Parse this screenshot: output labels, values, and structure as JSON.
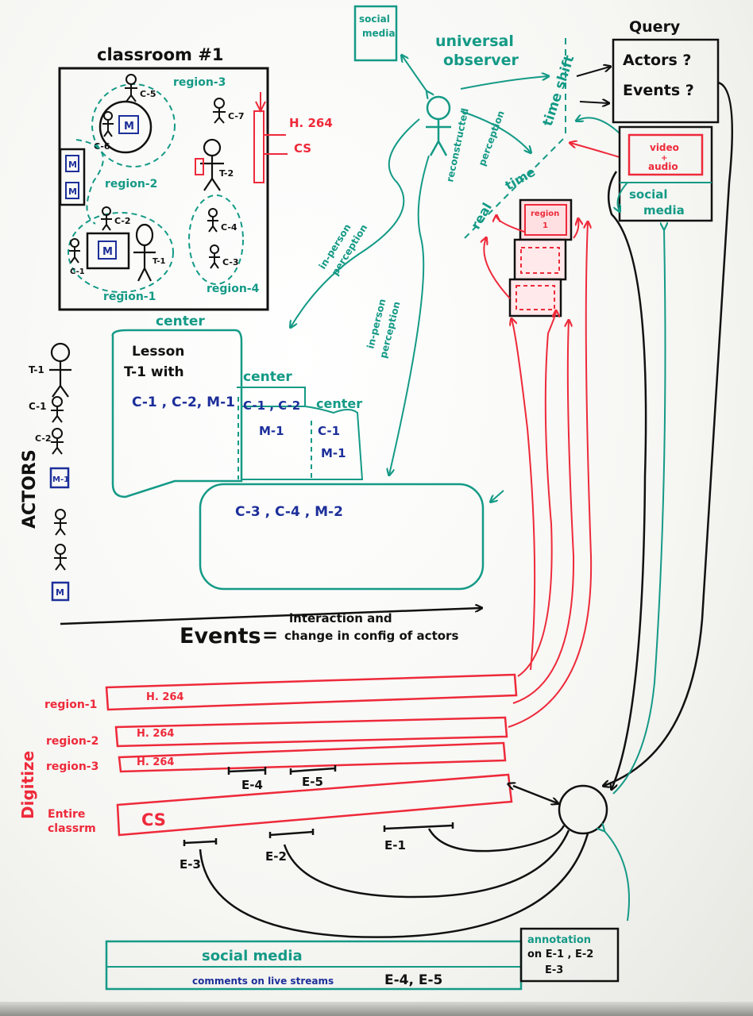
{
  "classroom": {
    "title": "classroom #1",
    "regions": [
      "region-3",
      "region-2",
      "region-1",
      "region-4"
    ],
    "people": [
      "C-5",
      "C-6",
      "C-7",
      "T-2",
      "C-2",
      "C-1",
      "T-1",
      "C-4",
      "C-3"
    ],
    "monitor_label": "M"
  },
  "sensors": {
    "h264": "H. 264",
    "cs": "CS"
  },
  "observer": {
    "social_media_box": [
      "social",
      "media"
    ],
    "title": [
      "universal",
      "observer"
    ],
    "reconstructed": "reconstructed",
    "perception": "perception",
    "time_shift": "time shift",
    "real_time": [
      "real",
      "time"
    ],
    "in_person_1": [
      "in-person",
      "perception"
    ],
    "in_person_2": [
      "in-person",
      "perception"
    ],
    "film_region": [
      "region",
      "1"
    ]
  },
  "query": {
    "title": "Query",
    "actors": "Actors ?",
    "events": "Events ?",
    "video_audio": [
      "video",
      "+",
      "audio"
    ],
    "social_media": [
      "social",
      "media"
    ]
  },
  "centers": {
    "center1": {
      "label": "center",
      "lines": [
        "Lesson",
        "T-1 with",
        "C-1 , C-2, M-1"
      ]
    },
    "center2": {
      "label": "center",
      "lines": [
        "C-1 , C-2",
        "M-1"
      ]
    },
    "center3": {
      "label": "center",
      "lines": [
        "C-1",
        "M-1"
      ]
    },
    "group": "C-3 , C-4 , M-2"
  },
  "actors": {
    "heading": "ACTORS",
    "labels": [
      "T-1",
      "C-1",
      "C-2",
      "M-1"
    ],
    "monitor": "M"
  },
  "events_def": {
    "word": "Events",
    "equals": "=",
    "definition": [
      "interaction and",
      "change in config of actors"
    ]
  },
  "digitize": {
    "heading": "Digitize",
    "streams": [
      {
        "label": "region-1",
        "codec": "H. 264"
      },
      {
        "label": "region-2",
        "codec": "H. 264"
      },
      {
        "label": "region-3",
        "codec": "H. 264"
      },
      {
        "label": "Entire classrm",
        "codec": "CS"
      }
    ],
    "event_marks": [
      "E-4",
      "E-5",
      "E-3",
      "E-2",
      "E-1"
    ]
  },
  "social_stream": {
    "label": "social media",
    "comments": "comments on live streams",
    "events": "E-4, E-5"
  },
  "annotation": [
    "annotation",
    "on E-1 , E-2",
    "E-3"
  ],
  "colors": {
    "black": "#111111",
    "teal": "#149a86",
    "blue": "#1d2f9a",
    "red": "#ee2a3a",
    "board": "#f6f6f3"
  }
}
